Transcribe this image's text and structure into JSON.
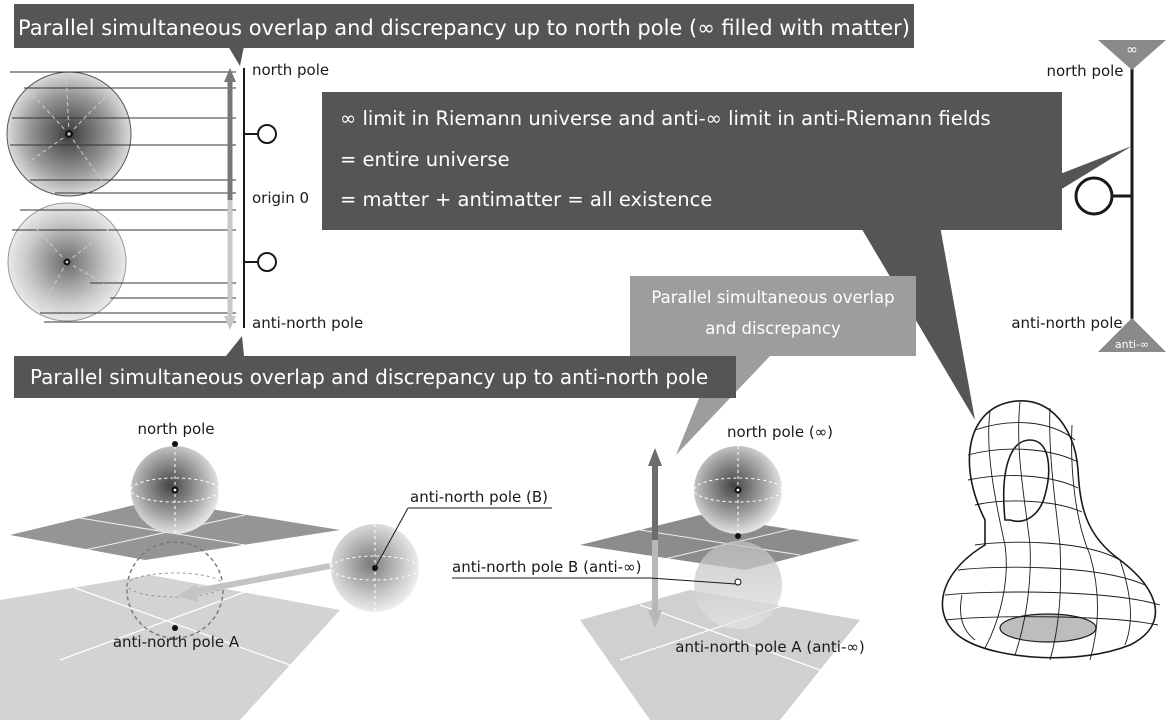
{
  "banners": {
    "top": "Parallel simultaneous overlap and discrepancy up to north pole (∞ filled with matter)",
    "bottom": "Parallel simultaneous overlap and discrepancy up to anti-north pole"
  },
  "axis_labels": {
    "north_pole": "north pole",
    "origin": "origin 0",
    "anti_north_pole": "anti-north pole"
  },
  "callout": {
    "line1": "∞ limit in Riemann universe and anti-∞ limit in anti-Riemann fields",
    "line2": "= entire universe",
    "line3": "= matter + antimatter = all existence"
  },
  "right_axis": {
    "top_marker": "∞",
    "north_pole": "north pole",
    "anti_north_pole": "anti-north pole",
    "bottom_marker": "anti-∞"
  },
  "mid_callout": {
    "line1": "Parallel simultaneous overlap",
    "line2": "and discrepancy"
  },
  "left_planes": {
    "north_pole": "north pole",
    "anti_north_pole_B": "anti-north pole (B)",
    "anti_north_pole_A": "anti-north pole A"
  },
  "center_planes": {
    "north_pole": "north pole (∞)",
    "anti_north_pole_B": "anti-north pole B (anti-∞)",
    "anti_north_pole_A": "anti-north pole A (anti-∞)"
  }
}
